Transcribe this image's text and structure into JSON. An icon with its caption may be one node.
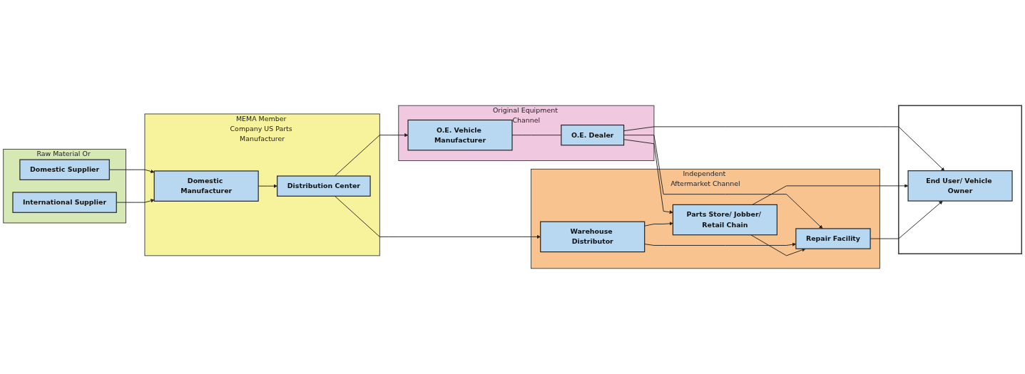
{
  "diagram": {
    "nodes": [
      {
        "text": [
          "Raw Material Or Component"
        ]
      },
      {
        "text": [
          "Domestic Supplier"
        ],
        "in": 0
      },
      {
        "text": [
          "International Supplier"
        ],
        "in": 0
      },
      {
        "text": [
          "MEMA Member Company US Parts Manufacturer"
        ]
      },
      {
        "text": [
          "Domestic Manufacturer"
        ],
        "in": 3
      },
      {
        "text": [
          "Distribution Center"
        ],
        "in": 3
      },
      {
        "text": [
          "Original Equipment Channel"
        ]
      },
      {
        "text": [
          "O.E. Vehicle Manufacturer"
        ],
        "in": 6
      },
      {
        "text": [
          "O.E. Dealer"
        ],
        "in": 6
      },
      {
        "text": [
          "Independent Aftermarket Channel"
        ]
      },
      {
        "text": [
          "Warehouse Distributor"
        ],
        "in": 9
      },
      {
        "text": [
          "Repair Facility"
        ],
        "in": 9
      },
      {
        "text": [
          "Parts Store/ Jobber/ Retail Chain"
        ],
        "in": 9
      },
      {
        "text": [],
        "shape": "box"
      },
      {
        "text": [
          "End User/ Vehicle Owner"
        ],
        "in": 13
      }
    ],
    "edges": [
      {
        "from": 1,
        "to": 4,
        "arrow": "to"
      },
      {
        "from": 2,
        "to": 4,
        "arrow": "to"
      },
      {
        "from": 4,
        "to": 5,
        "arrow": "to"
      },
      {
        "from": 5,
        "to": 7,
        "arrow": "to"
      },
      {
        "from": 7,
        "to": 8,
        "arrow": "none"
      },
      {
        "from": 5,
        "to": 10,
        "arrow": "to"
      },
      {
        "from": 8,
        "to": 11,
        "arrow": "to"
      },
      {
        "from": 8,
        "to": 14,
        "arrow": "to"
      },
      {
        "from": 8,
        "to": 12,
        "arrow": "to"
      },
      {
        "from": 10,
        "to": 11,
        "arrow": "to"
      },
      {
        "from": 10,
        "to": 12,
        "arrow": "to"
      },
      {
        "from": 12,
        "to": 11,
        "arrow": "to"
      },
      {
        "from": 12,
        "to": 14,
        "arrow": "to"
      },
      {
        "from": 11,
        "to": 14,
        "arrow": "to"
      }
    ]
  }
}
